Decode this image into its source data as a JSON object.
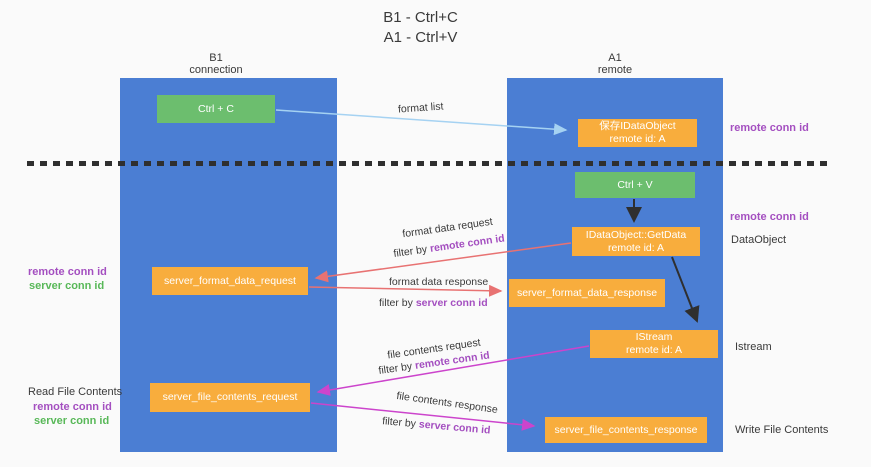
{
  "title": {
    "line1": "B1 - Ctrl+C",
    "line2": "A1 - Ctrl+V"
  },
  "columns": {
    "left": {
      "name": "B1",
      "role": "connection"
    },
    "right": {
      "name": "A1",
      "role": "remote"
    }
  },
  "nodes": {
    "ctrl_c": {
      "label": "Ctrl + C"
    },
    "ctrl_v": {
      "label": "Ctrl + V"
    },
    "save_dataobject": {
      "line1": "保存IDataObject",
      "line2": "remote id: A"
    },
    "getdata": {
      "line1": "IDataObject::GetData",
      "line2": "remote id: A"
    },
    "istream": {
      "line1": "IStream",
      "line2": "remote id: A"
    },
    "format_request": {
      "label": "server_format_data_request"
    },
    "format_response": {
      "label": "server_format_data_response"
    },
    "file_request": {
      "label": "server_file_contents_request"
    },
    "file_response": {
      "label": "server_file_contents_response"
    }
  },
  "labels": {
    "format_list": "format list",
    "format_data_request": "format data request",
    "format_data_response": "format data response",
    "file_contents_request": "file contents request",
    "file_contents_response": "file contents response",
    "filter_by": "filter by",
    "remote_conn_id": "remote conn id",
    "server_conn_id": "server conn id",
    "read_file_contents": "Read File Contents",
    "write_file_contents": "Write File Contents",
    "dataobject": "DataObject",
    "istream": "Istream"
  },
  "colors": {
    "background": "#fafafa",
    "column_blue": "#4b7ed3",
    "node_green": "#6cbe6e",
    "node_orange": "#f8ad3d",
    "arrow_lightblue": "#a5d2f2",
    "arrow_salmon": "#e87272",
    "arrow_magenta": "#cc44cc",
    "arrow_black": "#2f2f2f",
    "text_purple": "#a44fc0",
    "text_green": "#58b858",
    "text_dark": "#3a3a3a"
  }
}
